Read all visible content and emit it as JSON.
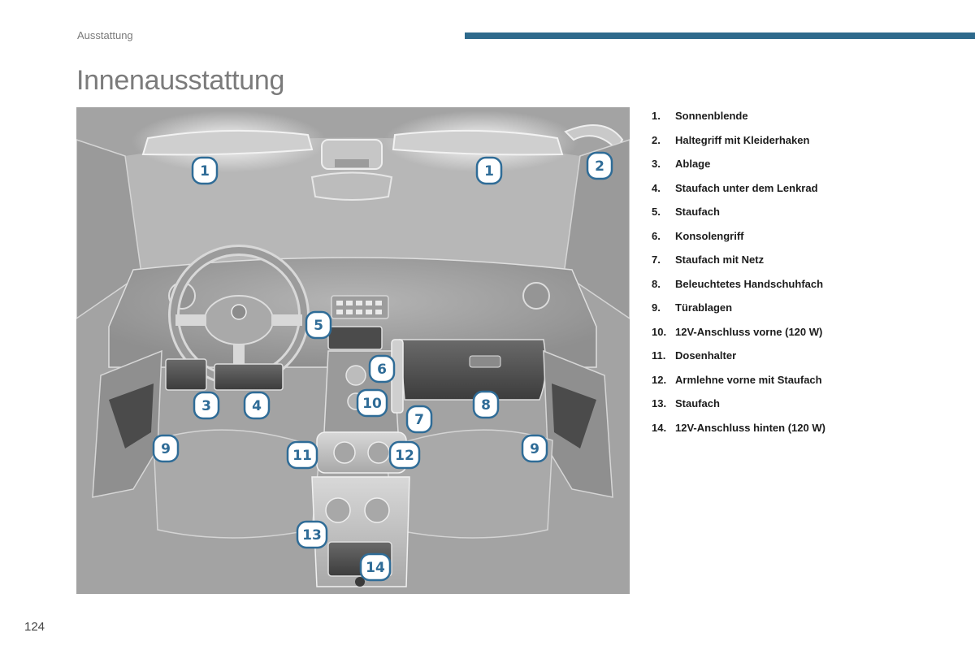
{
  "header": {
    "section": "Ausstattung",
    "accent_color": "#2e6a8c"
  },
  "page": {
    "title": "Innenausstattung",
    "number": "124"
  },
  "figure": {
    "background": "#a3a3a3",
    "callouts": [
      "1",
      "1",
      "2",
      "3",
      "4",
      "5",
      "6",
      "7",
      "8",
      "9",
      "9",
      "10",
      "11",
      "12",
      "13",
      "14"
    ],
    "callout_color": "#2f6c97"
  },
  "legend": [
    {
      "num": "1.",
      "label": "Sonnenblende"
    },
    {
      "num": "2.",
      "label": "Haltegriff mit Kleiderhaken"
    },
    {
      "num": "3.",
      "label": "Ablage"
    },
    {
      "num": "4.",
      "label": "Staufach unter dem Lenkrad"
    },
    {
      "num": "5.",
      "label": "Staufach"
    },
    {
      "num": "6.",
      "label": "Konsolengriff"
    },
    {
      "num": "7.",
      "label": "Staufach mit Netz"
    },
    {
      "num": "8.",
      "label": "Beleuchtetes Handschuhfach"
    },
    {
      "num": "9.",
      "label": "Türablagen"
    },
    {
      "num": "10.",
      "label": "12V-Anschluss vorne (120 W)"
    },
    {
      "num": "11.",
      "label": "Dosenhalter"
    },
    {
      "num": "12.",
      "label": "Armlehne vorne mit Staufach"
    },
    {
      "num": "13.",
      "label": "Staufach"
    },
    {
      "num": "14.",
      "label": "12V-Anschluss hinten (120 W)"
    }
  ]
}
